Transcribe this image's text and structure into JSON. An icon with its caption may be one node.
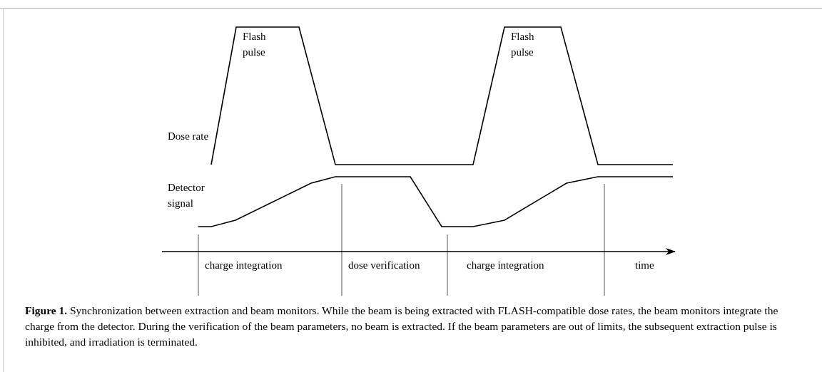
{
  "diagram": {
    "caption": "**Figure 1.** Synchronization between extraction and beam monitors. While the beam is being extracted with FLASH-compatible dose rates, the beam monitors integrate the charge from the detector. During the verification of the beam parameters, no beam is extracted. If the beam parameters are out of limits, the subsequent extraction pulse is inhibited, and irradiation is terminated.",
    "labels": [
      "Flash pulse",
      "Flash pulse",
      "Dose rate",
      "Detector signal",
      "charge integration",
      "dose verification",
      "charge integration",
      "time"
    ]
  }
}
